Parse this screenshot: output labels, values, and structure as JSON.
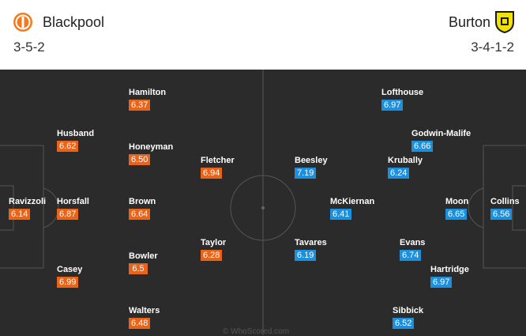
{
  "home": {
    "name": "Blackpool",
    "formation": "3-5-2",
    "players": [
      {
        "name": "Ravizzoli",
        "rating": "6.14"
      },
      {
        "name": "Husband",
        "rating": "6.62"
      },
      {
        "name": "Horsfall",
        "rating": "6.87"
      },
      {
        "name": "Casey",
        "rating": "6.99"
      },
      {
        "name": "Hamilton",
        "rating": "6.37"
      },
      {
        "name": "Honeyman",
        "rating": "6.50"
      },
      {
        "name": "Brown",
        "rating": "6.64"
      },
      {
        "name": "Bowler",
        "rating": "6.5"
      },
      {
        "name": "Walters",
        "rating": "6.48"
      },
      {
        "name": "Fletcher",
        "rating": "6.94"
      },
      {
        "name": "Taylor",
        "rating": "6.28"
      }
    ]
  },
  "away": {
    "name": "Burton",
    "formation": "3-4-1-2",
    "players": [
      {
        "name": "Collins",
        "rating": "6.56"
      },
      {
        "name": "Godwin-Malife",
        "rating": "6.66"
      },
      {
        "name": "Moon",
        "rating": "6.65"
      },
      {
        "name": "Hartridge",
        "rating": "6.97"
      },
      {
        "name": "Lofthouse",
        "rating": "6.97"
      },
      {
        "name": "Krubally",
        "rating": "6.24"
      },
      {
        "name": "Evans",
        "rating": "6.74"
      },
      {
        "name": "Sibbick",
        "rating": "6.52"
      },
      {
        "name": "McKiernan",
        "rating": "6.41"
      },
      {
        "name": "Beesley",
        "rating": "7.19"
      },
      {
        "name": "Tavares",
        "rating": "6.19"
      }
    ]
  },
  "watermark": "© WhoScored.com",
  "colors": {
    "home_rating": "#e8641b",
    "away_rating": "#1d8fdc",
    "pitch": "#2b2b2b",
    "lines": "#555555"
  },
  "icons": {
    "home_crest": "blackpool-crest-icon",
    "away_crest": "burton-crest-icon"
  }
}
